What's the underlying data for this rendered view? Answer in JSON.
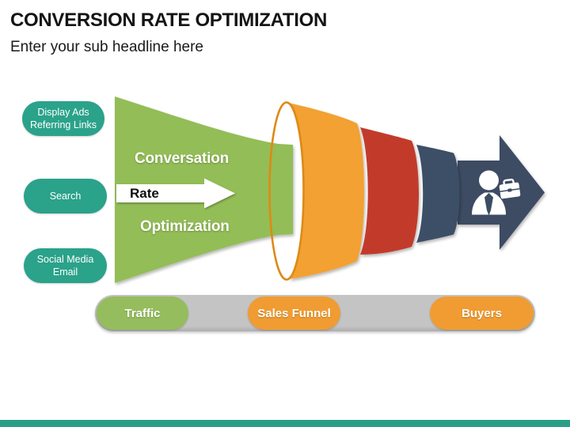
{
  "slide": {
    "title": "CONVERSION RATE OPTIMIZATION",
    "subtitle": "Enter your sub headline here"
  },
  "sources": {
    "items": [
      {
        "label": "Display Ads Referring Links"
      },
      {
        "label": "Search"
      },
      {
        "label": "Social Media Email"
      }
    ]
  },
  "funnel": {
    "line1": "Conversation",
    "line2": "Rate",
    "line3": "Optimization",
    "icons": [
      "rate-arrow-icon",
      "businessman-briefcase-icon",
      "buyers-arrow-icon"
    ],
    "stage_colors": {
      "green": "#93BD56",
      "orange": "#F2A132",
      "red": "#C23A2C",
      "slate": "#3E4F66"
    }
  },
  "timeline": {
    "stages": [
      {
        "label": "Traffic",
        "color": "#95BD5D"
      },
      {
        "label": "Sales Funnel",
        "color": "#F09C32"
      },
      {
        "label": "Buyers",
        "color": "#F09C32"
      }
    ]
  },
  "theme": {
    "teal": "#2BA28A",
    "bar_gray": "#C4C4C4",
    "arrow_slate": "#3C4C63",
    "background": "#FFFFFF"
  }
}
